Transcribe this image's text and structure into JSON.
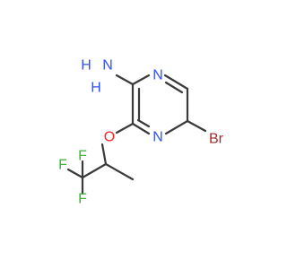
{
  "molecule": {
    "atoms": {
      "amine_h": {
        "text": "H",
        "color": "#3050f8"
      },
      "amine_n": {
        "text": "N",
        "color": "#3050f8"
      },
      "ring_n1": {
        "text": "N",
        "color": "#3050f8"
      },
      "ring_n4": {
        "text": "N",
        "color": "#3050f8"
      },
      "oxygen": {
        "text": "O",
        "color": "#ff2020"
      },
      "bromine": {
        "text": "Br",
        "color": "#a62929"
      },
      "fluorine_left": {
        "text": "F",
        "color": "#38b438"
      },
      "fluorine_top": {
        "text": "F",
        "color": "#38b438"
      },
      "fluorine_bottom": {
        "text": "F",
        "color": "#38b438"
      }
    },
    "bond_color": "#3a3a3a"
  }
}
